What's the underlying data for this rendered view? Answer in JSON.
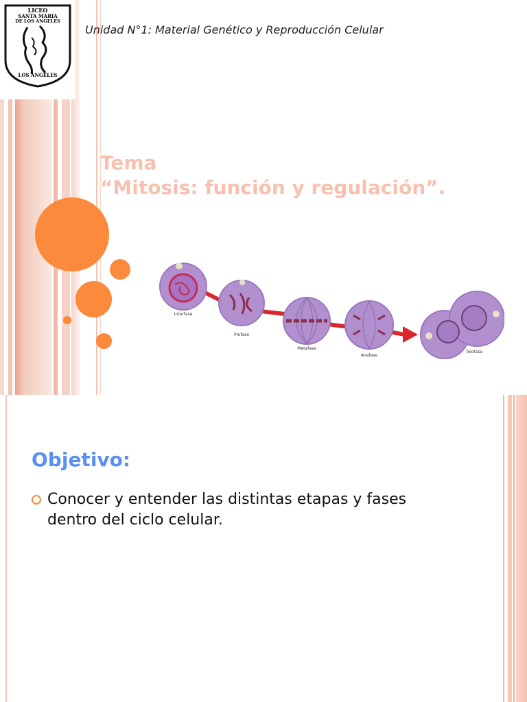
{
  "slide1": {
    "header": "Unidad N°1: Material Genético y Reproducción Celular",
    "title_line1": "Tema",
    "title_line2": "“Mitosis: función y regulación”.",
    "logo": {
      "top_text_1": "LICEO",
      "top_text_2": "SANTA MARIA",
      "top_text_3": "DE LOS ANGELES",
      "bottom_text": "LOS ANGELES"
    },
    "diagram_labels": [
      "Interfase",
      "Profase",
      "Metafase",
      "Anafase",
      "Telofase"
    ],
    "colors": {
      "accent": "#fb8a3c",
      "title": "#f7c1ae",
      "cell": "#b290cf",
      "arrow": "#d8282e"
    }
  },
  "slide2": {
    "heading": "Objetivo:",
    "bullets": [
      "Conocer y entender las distintas etapas y fases dentro del ciclo celular."
    ],
    "colors": {
      "heading": "#5b8ff0",
      "bullet": "#fb8a3c"
    }
  }
}
